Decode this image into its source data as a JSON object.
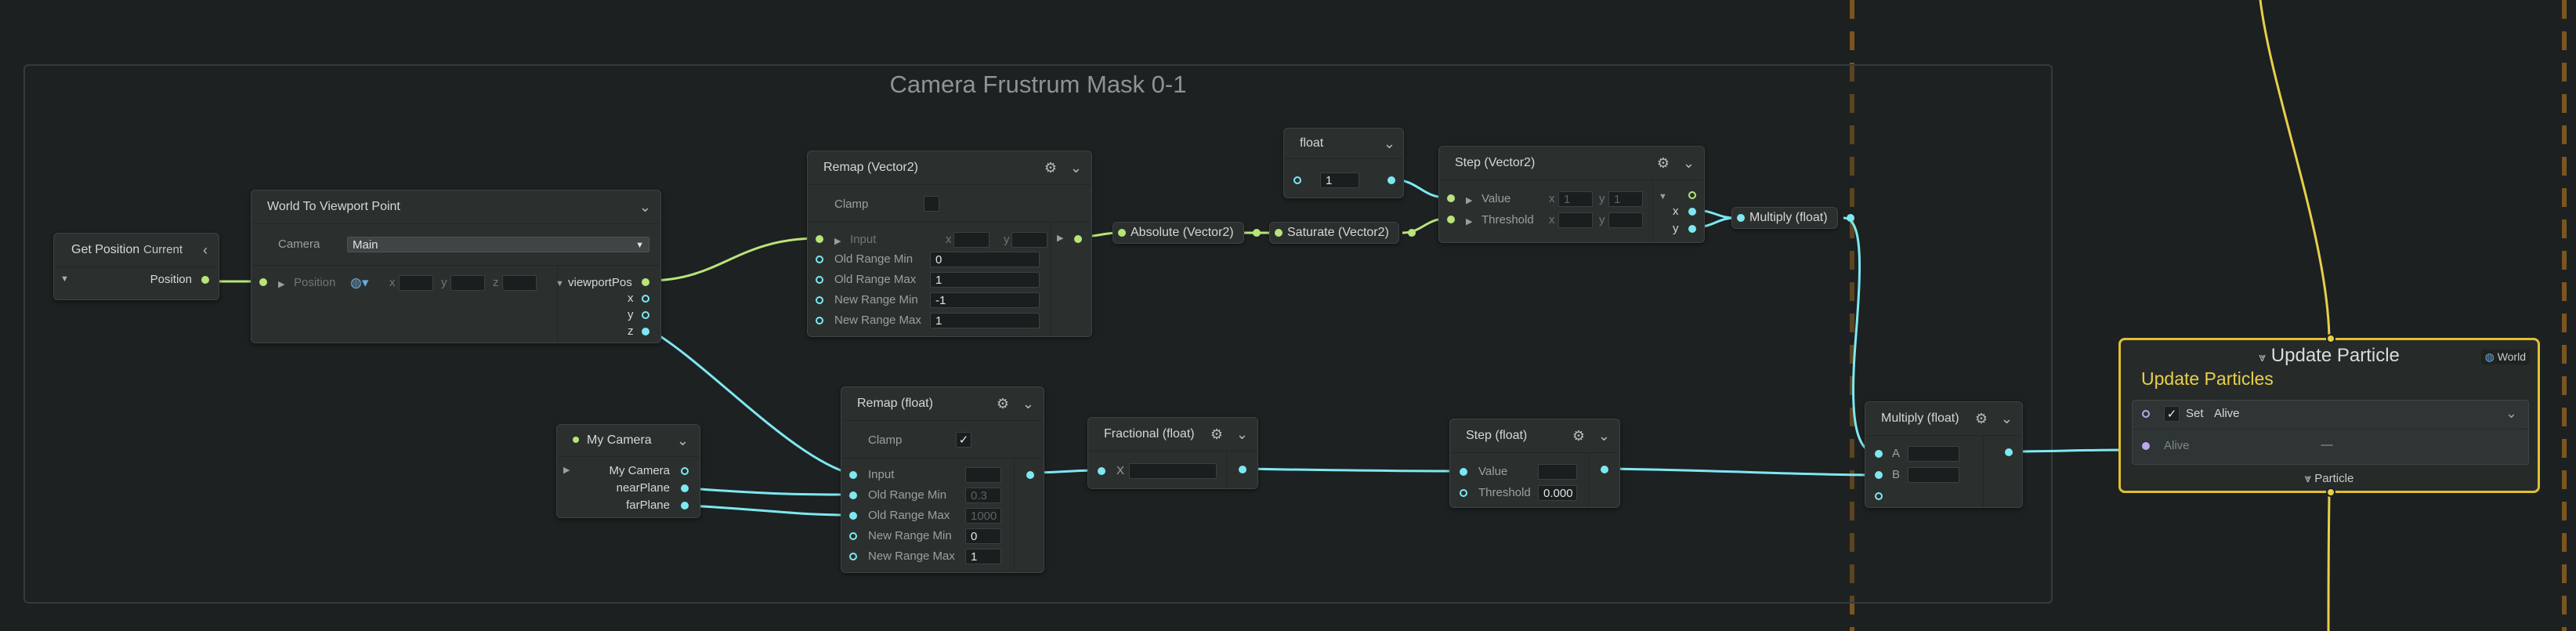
{
  "group": {
    "title": "Camera Frustrum Mask 0-1"
  },
  "get_position": {
    "title": "Get Position",
    "mode": "Current",
    "output": "Position"
  },
  "world_to_viewport": {
    "title": "World To Viewport Point",
    "camera_label": "Camera",
    "camera_value": "Main",
    "position_label": "Position",
    "x": "x",
    "y": "y",
    "z": "z",
    "out_label": "viewportPos",
    "out_x": "x",
    "out_y": "y",
    "out_z": "z"
  },
  "remap_v2": {
    "title": "Remap (Vector2)",
    "clamp_label": "Clamp",
    "input_label": "Input",
    "input_x": "x",
    "input_y": "y",
    "rows": [
      {
        "label": "Old Range Min",
        "value": "0"
      },
      {
        "label": "Old Range Max",
        "value": "1"
      },
      {
        "label": "New Range Min",
        "value": "-1"
      },
      {
        "label": "New Range Max",
        "value": "1"
      }
    ]
  },
  "float_node": {
    "title": "float",
    "value": "1"
  },
  "absolute_v2": {
    "title": "Absolute (Vector2)"
  },
  "saturate_v2": {
    "title": "Saturate (Vector2)"
  },
  "step_v2": {
    "title": "Step (Vector2)",
    "value_label": "Value",
    "threshold_label": "Threshold",
    "x": "x",
    "y": "y",
    "val_x": "1",
    "val_y": "1",
    "out_x": "x",
    "out_y": "y"
  },
  "multiply_float_top": {
    "title": "Multiply (float)"
  },
  "my_camera": {
    "title": "My Camera",
    "ports": [
      "My Camera",
      "nearPlane",
      "farPlane"
    ]
  },
  "remap_float": {
    "title": "Remap (float)",
    "clamp_label": "Clamp",
    "clamp_check": "✓",
    "rows": [
      {
        "label": "Input",
        "value": ""
      },
      {
        "label": "Old Range Min",
        "value": "0.3"
      },
      {
        "label": "Old Range Max",
        "value": "1000"
      },
      {
        "label": "New Range Min",
        "value": "0"
      },
      {
        "label": "New Range Max",
        "value": "1"
      }
    ]
  },
  "fractional": {
    "title": "Fractional (float)",
    "x_label": "X"
  },
  "step_float": {
    "title": "Step (float)",
    "value_label": "Value",
    "threshold_label": "Threshold",
    "threshold_value": "0.000"
  },
  "multiply_float": {
    "title": "Multiply (float)",
    "a": "A",
    "b": "B"
  },
  "update_particle": {
    "title": "Update Particle",
    "space": "World",
    "subtitle": "Update Particles",
    "block_check": "✓",
    "block_set": "Set",
    "block_attr": "Alive",
    "alive_label": "Alive",
    "alive_value": "—",
    "footer": "Particle"
  },
  "icons": {
    "settings": "gear-icon",
    "collapse": "chevron-down-icon",
    "back": "chevron-left-icon",
    "globe": "globe-icon"
  },
  "colors": {
    "float": "#7de8f2",
    "vector": "#b8e47a",
    "bool": "#b9a8f0",
    "flow": "#e8cf4a",
    "context_border": "#e0bf34"
  }
}
